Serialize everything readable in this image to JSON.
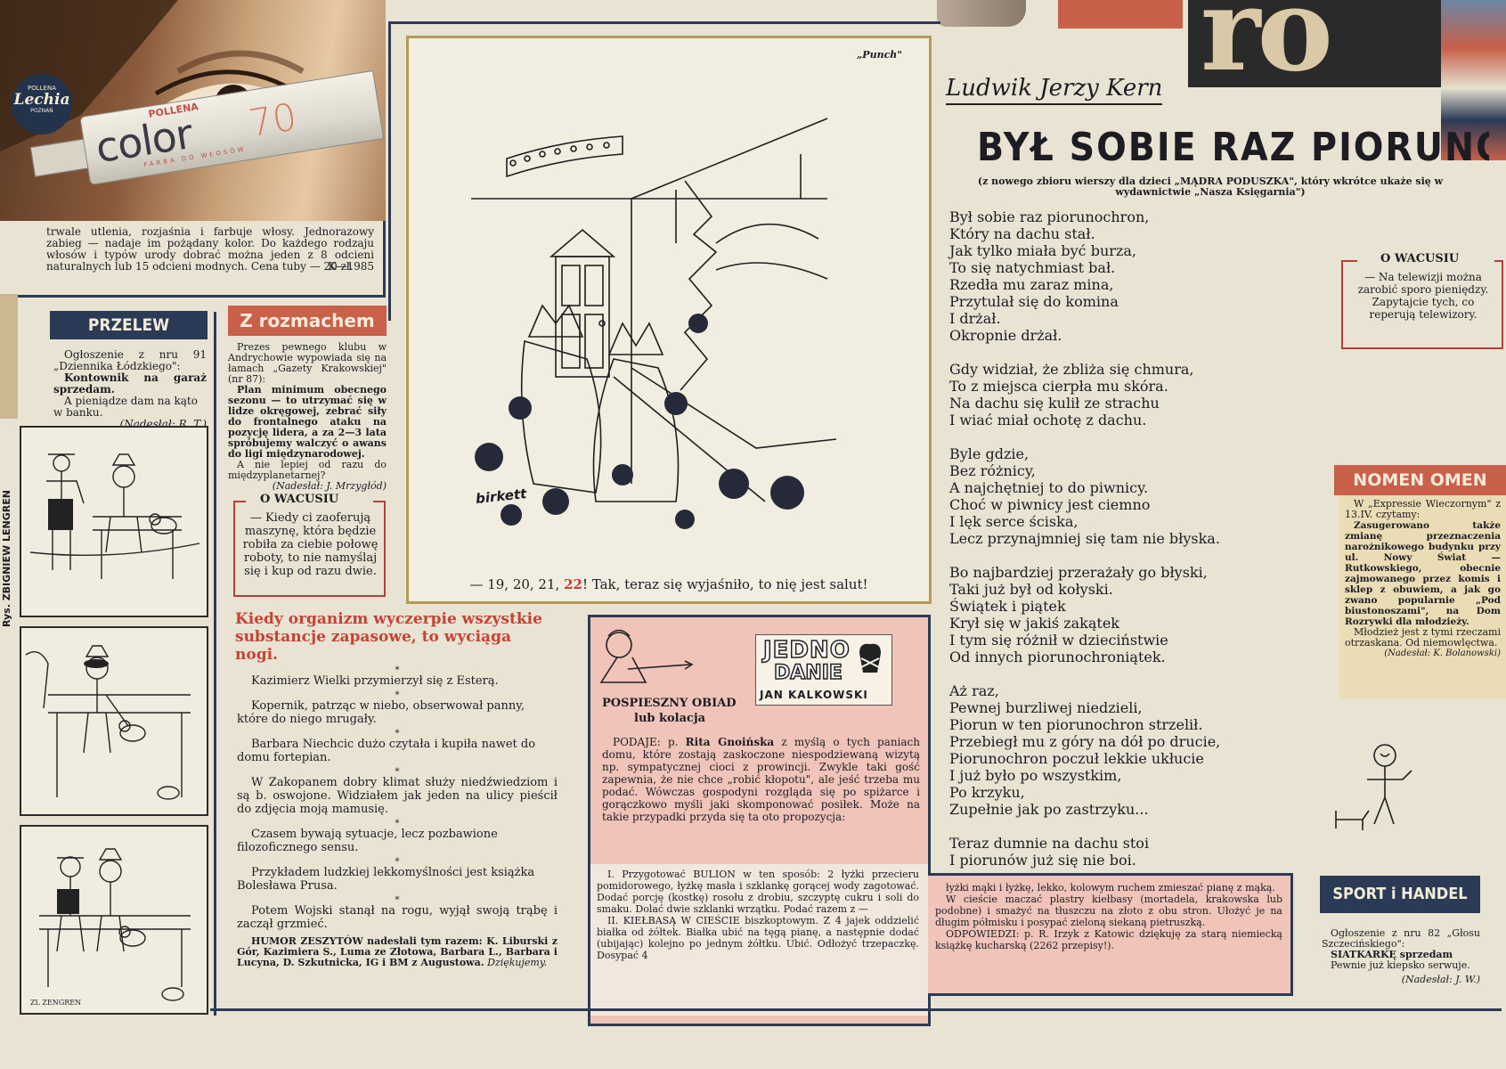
{
  "ad": {
    "brand": "POLLENA",
    "logo": "Lechia",
    "city": "POZNAŃ",
    "product_name": "color",
    "product_number": "70",
    "tagline": "FARBA DO WŁOSÓW",
    "text": "trwale utlenia, rozjaśnia i farbuje włosy. Jednorazowy zabieg — nadaje im pożądany kolor. Do każdego rodzaju włosów i typów urody dobrać można jeden z 8 odcieni naturalnych lub 15 odcieni modnych. Cena tuby — 20 zł.",
    "code": "K—1985"
  },
  "przelew": {
    "title": "PRZELEW",
    "text1": "Ogłoszenie z nru 91 „Dziennika Łódzkiego\":",
    "text2": "Kontownik na garaż sprzedam.",
    "text3": "A pieniądze dam na kąto w banku.",
    "credit": "(Nadesłał: R. T.)"
  },
  "rozmach": {
    "title": "Z rozmachem",
    "p1": "Prezes pewnego klubu w Andrychowie wypowiada się na łamach „Gazety Krakowskiej\" (nr 87):",
    "p2": "Plan minimum obecnego sezonu — to utrzymać się w lidze okręgowej, zebrać siły do frontalnego ataku na pozycję lidera, a za 2—3 lata spróbujemy walczyć o awans do ligi międzynarodowej.",
    "p3": "A nie lepiej od razu do międzyplanetarnej?",
    "credit": "(Nadesłał: J. Mrzygłód)"
  },
  "wacus1": {
    "title": "O WACUSIU",
    "text": "— Kiedy ci zaoferują maszynę, która będzie robiła za ciebie połowę roboty, to nie namyślaj się i kup od razu dwie."
  },
  "comic": {
    "credit": "Rys. ZBIGNIEW LENGREN",
    "sign": "ZL ZENGREN"
  },
  "cartoon": {
    "source": "„Punch\"",
    "artist": "birkett",
    "caption_a": "— 19, 20, 21, ",
    "caption_hl": "22",
    "caption_b": "! Tak, teraz się wyjaśniło, to nię jest salut!"
  },
  "headline": "Kiedy organizm wyczerpie wszystkie substancje zapasowe, to wyciąga nogi.",
  "jokes": [
    "Kazimierz Wielki przymierzył się z Esterą.",
    "Kopernik, patrząc w niebo, obserwował panny, które do niego mrugały.",
    "Barbara Niechcic dużo czytała i kupiła nawet do domu fortepian.",
    "W Zakopanem dobry klimat służy niedźwiedziom i są b. oswojone. Widziałem jak jeden na ulicy pieścił do zdjęcia moją mamusię.",
    "Czasem bywają sytuacje, lecz pozbawione filozoficznego sensu.",
    "Przykładem ludzkiej lekkomyślności jest książka Bolesława Prusa.",
    "Potem Wojski stanął na rogu, wyjął swoją trąbę i zaczął grzmieć."
  ],
  "humor": {
    "lead": "HUMOR ZESZYTÓW nadesłali tym razem: K. Liburski z Gór, Kazimiera S., Luma ze Złotowa, Barbara L., Barbara i Lucyna, D. Szkutnicka, IG i BM z Augustowa.",
    "thanks": "Dziękujemy."
  },
  "cook": {
    "logo1": "JEDNO",
    "logo2": "DANIE",
    "author": "JAN KALKOWSKI",
    "title": "POSPIESZNY OBIAD",
    "subtitle": "lub kolacja",
    "intro_a": "PODAJE: p. ",
    "intro_name": "Rita Gnoińska",
    "intro_b": " z myślą o tych paniach domu, które zostają zaskoczone niespodziewaną wizytą np. sympatycznej cioci z prowincji. Zwykle taki gość zapewnia, że nie chce „robić kłopotu\", ale jeść trzeba mu podać. Wówczas gospodyni rozgląda się po spiżarce i gorączkowo myśli jaki skomponować posiłek. Może na takie przypadki przyda się ta oto propozycja:",
    "step1": "I. Przygotować BULION w ten sposób: 2 łyżki przecieru pomidorowego, łyżkę masła i szklankę gorącej wody zagotować. Dodać porcję (kostkę) rosołu z drobiu, szczyptę cukru i soli do smaku. Dolać dwie szklanki wrzątku. Podać razem z —",
    "step2": "II. KIEŁBASĄ W CIEŚCIE biszkoptowym. Z 4 jajek oddzielić białka od żółtek. Białka ubić na tęgą pianę, a następnie dodać (ubijając) kolejno po jednym żółtku. Ubić. Odłożyć trzepaczkę. Dosypać 4",
    "cont1": "łyżki mąki i łyżkę, lekko, kolowym ruchem zmieszać pianę z mąką.",
    "cont2": "W cieście maczać plastry kiełbasy (mortadela, krakowska lub podobne) i smażyć na tłuszczu na złoto z obu stron. Ułożyć je na długim półmisku i posypać zieloną siekaną pietruszką.",
    "answers": "ODPOWIEDZI: p. R. Irzyk z Katowic dziękuję za starą niemiecką książkę kucharską (2262 przepisy!)."
  },
  "poem": {
    "author": "Ludwik Jerzy Kern",
    "title": "BYŁ SOBIE RAZ PIORUNOCHRON...",
    "note": "(z nowego zbioru wierszy dla dzieci „MĄDRA PODUSZKA\", który wkrótce ukaże się w wydawnictwie „Nasza Księgarnia\")",
    "stanzas": [
      [
        "Był sobie raz piorunochron,",
        "Który na dachu stał.",
        "Jak tylko miała być burza,",
        "To się natychmiast bał.",
        "Rzedła mu zaraz mina,",
        "Przytulał się do komina",
        "I drżał.",
        "Okropnie drżał."
      ],
      [
        "Gdy widział, że zbliża się chmura,",
        "To z miejsca cierpła mu skóra.",
        "Na dachu się kulił ze strachu",
        "I wiać miał ochotę z dachu."
      ],
      [
        "Byle gdzie,",
        "Bez różnicy,",
        "A najchętniej to do piwnicy.",
        "Choć w piwnicy jest ciemno",
        "I lęk serce ściska,",
        "Lecz przynajmniej się tam nie błyska."
      ],
      [
        "Bo najbardziej przerażały go błyski,",
        "Taki już był od kołyski.",
        "Świątek i piątek",
        "Krył się w jakiś zakątek",
        "I tym się różnił w dzieciństwie",
        "Od innych piorunochroniątek."
      ],
      [
        "Aż raz,",
        "Pewnej burzliwej niedzieli,",
        "Piorun w ten piorunochron strzelił.",
        "Przebiegł mu z góry na dół po drucie,",
        "Piorunochron poczuł lekkie ukłucie",
        "I już było po wszystkim,",
        "Po krzyku,",
        "Zupełnie jak po zastrzyku..."
      ],
      [
        "Teraz dumnie na dachu stoi",
        "I piorunów już się nie boi."
      ]
    ]
  },
  "wacus2": {
    "title": "O WACUSIU",
    "text": "— Na telewizji można zarobić sporo pieniędzy. Zapytajcie tych, co reperują telewizory."
  },
  "nomen": {
    "title": "NOMEN OMEN",
    "p1": "W „Expressie Wieczornym\" z 13.IV. czytamy:",
    "p2": "Zasugerowano także zmianę przeznaczenia narożnikowego budynku przy ul. Nowy Świat — Rutkowskiego, obecnie zajmowanego przez komis i sklep z obuwiem, a jak go zwano popularnie „Pod biustonoszami\", na Dom Rozrywki dla młodzieży.",
    "p3": "Młodzież jest z tymi rzeczami otrzaskana. Od niemowlęctwa.",
    "credit": "(Nadesłał: K. Bolanowski)"
  },
  "sport": {
    "title": "SPORT i HANDEL",
    "p1": "Ogłoszenie z nru 82 „Głosu Szczecińskiego\":",
    "p2": "SIATKARKĘ sprzedam",
    "p3": "Pewnie już kiepsko serwuje.",
    "credit": "(Nadesłał: J. W.)"
  },
  "masthead": "ro",
  "colors": {
    "navy": "#2b3a55",
    "red": "#c8604a",
    "cream": "#e8e3d2",
    "pink": "#f0c4b8"
  }
}
